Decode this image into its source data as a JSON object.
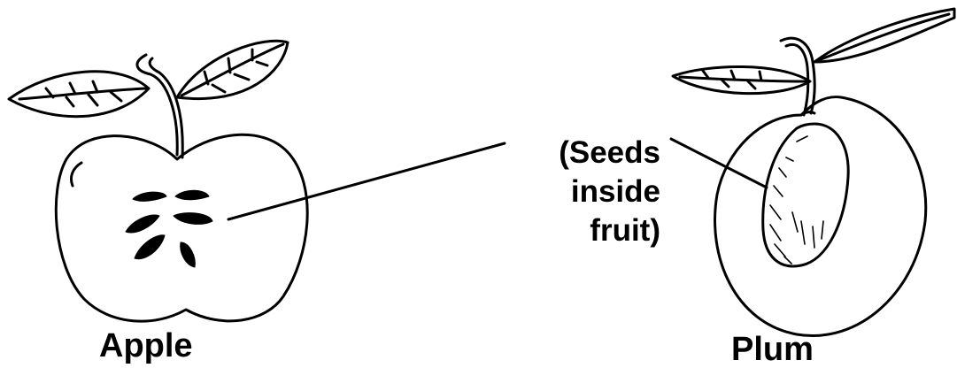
{
  "labels": {
    "apple": "Apple",
    "plum": "Plum",
    "seeds_line1": "(Seeds",
    "seeds_line2": "inside",
    "seeds_line3": "fruit)"
  },
  "colors": {
    "ink": "#000000",
    "background": "#ffffff"
  },
  "figures": [
    "apple",
    "plum"
  ]
}
